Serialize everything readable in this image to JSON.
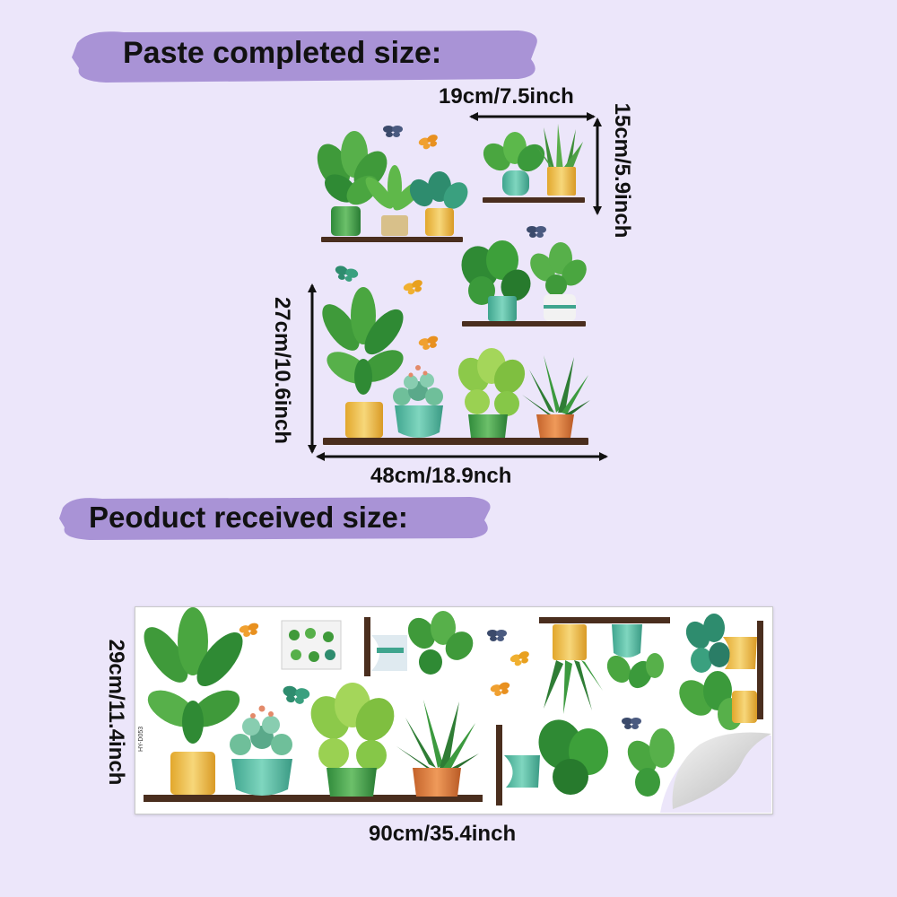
{
  "headings": {
    "completed": "Paste completed size:",
    "received": "Peoduct received size:"
  },
  "dimensions": {
    "top_width": "19cm/7.5inch",
    "top_height": "15cm/5.9inch",
    "main_height": "27cm/10.6inch",
    "main_width": "48cm/18.9nch",
    "sheet_height": "29cm/11.4inch",
    "sheet_width": "90cm/35.4inch"
  },
  "sheet": {
    "product_code": "HY-D053"
  },
  "colors": {
    "background": "#ece6fa",
    "banner": "#a993d6",
    "shelf": "#4a2e1e",
    "leaf_dark": "#2e7d32",
    "leaf_light": "#7cc243",
    "pot_teal": "#4db6a0",
    "pot_yellow": "#f0c24b",
    "pot_terracotta": "#d9793a",
    "butterfly_orange": "#f0a030",
    "butterfly_dark": "#3b4a6b"
  },
  "illustration": {
    "subject": "potted-plants-on-shelves wall decal with butterflies"
  }
}
